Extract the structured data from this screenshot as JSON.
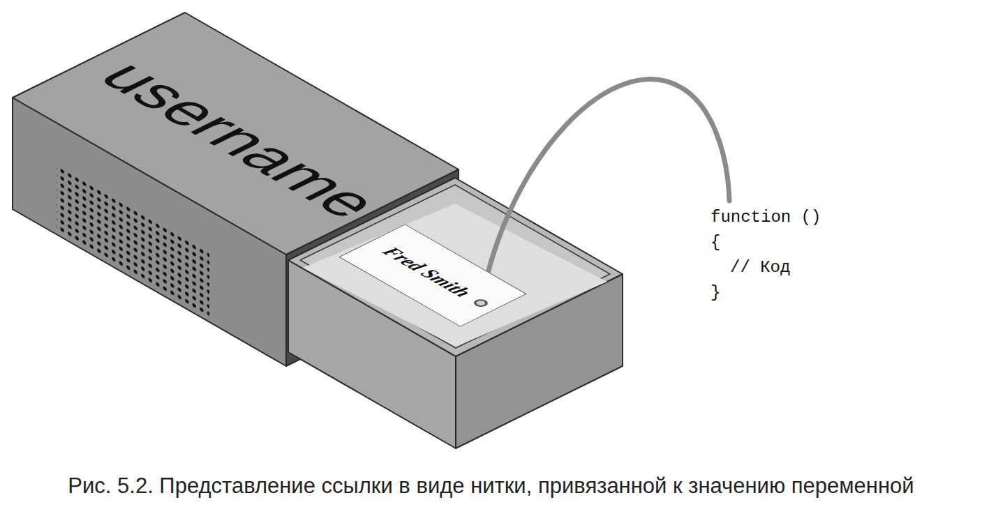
{
  "diagram": {
    "caption": "Рис. 5.2. Представление ссылки в виде нитки, привязанной к значению переменной",
    "nodes": [
      {
        "text": [
          "username"
        ]
      },
      {
        "text": [
          "Fred Smith"
        ],
        "in": 0
      }
    ],
    "labels": [
      "function ()",
      "{",
      "// Код",
      "}"
    ]
  }
}
